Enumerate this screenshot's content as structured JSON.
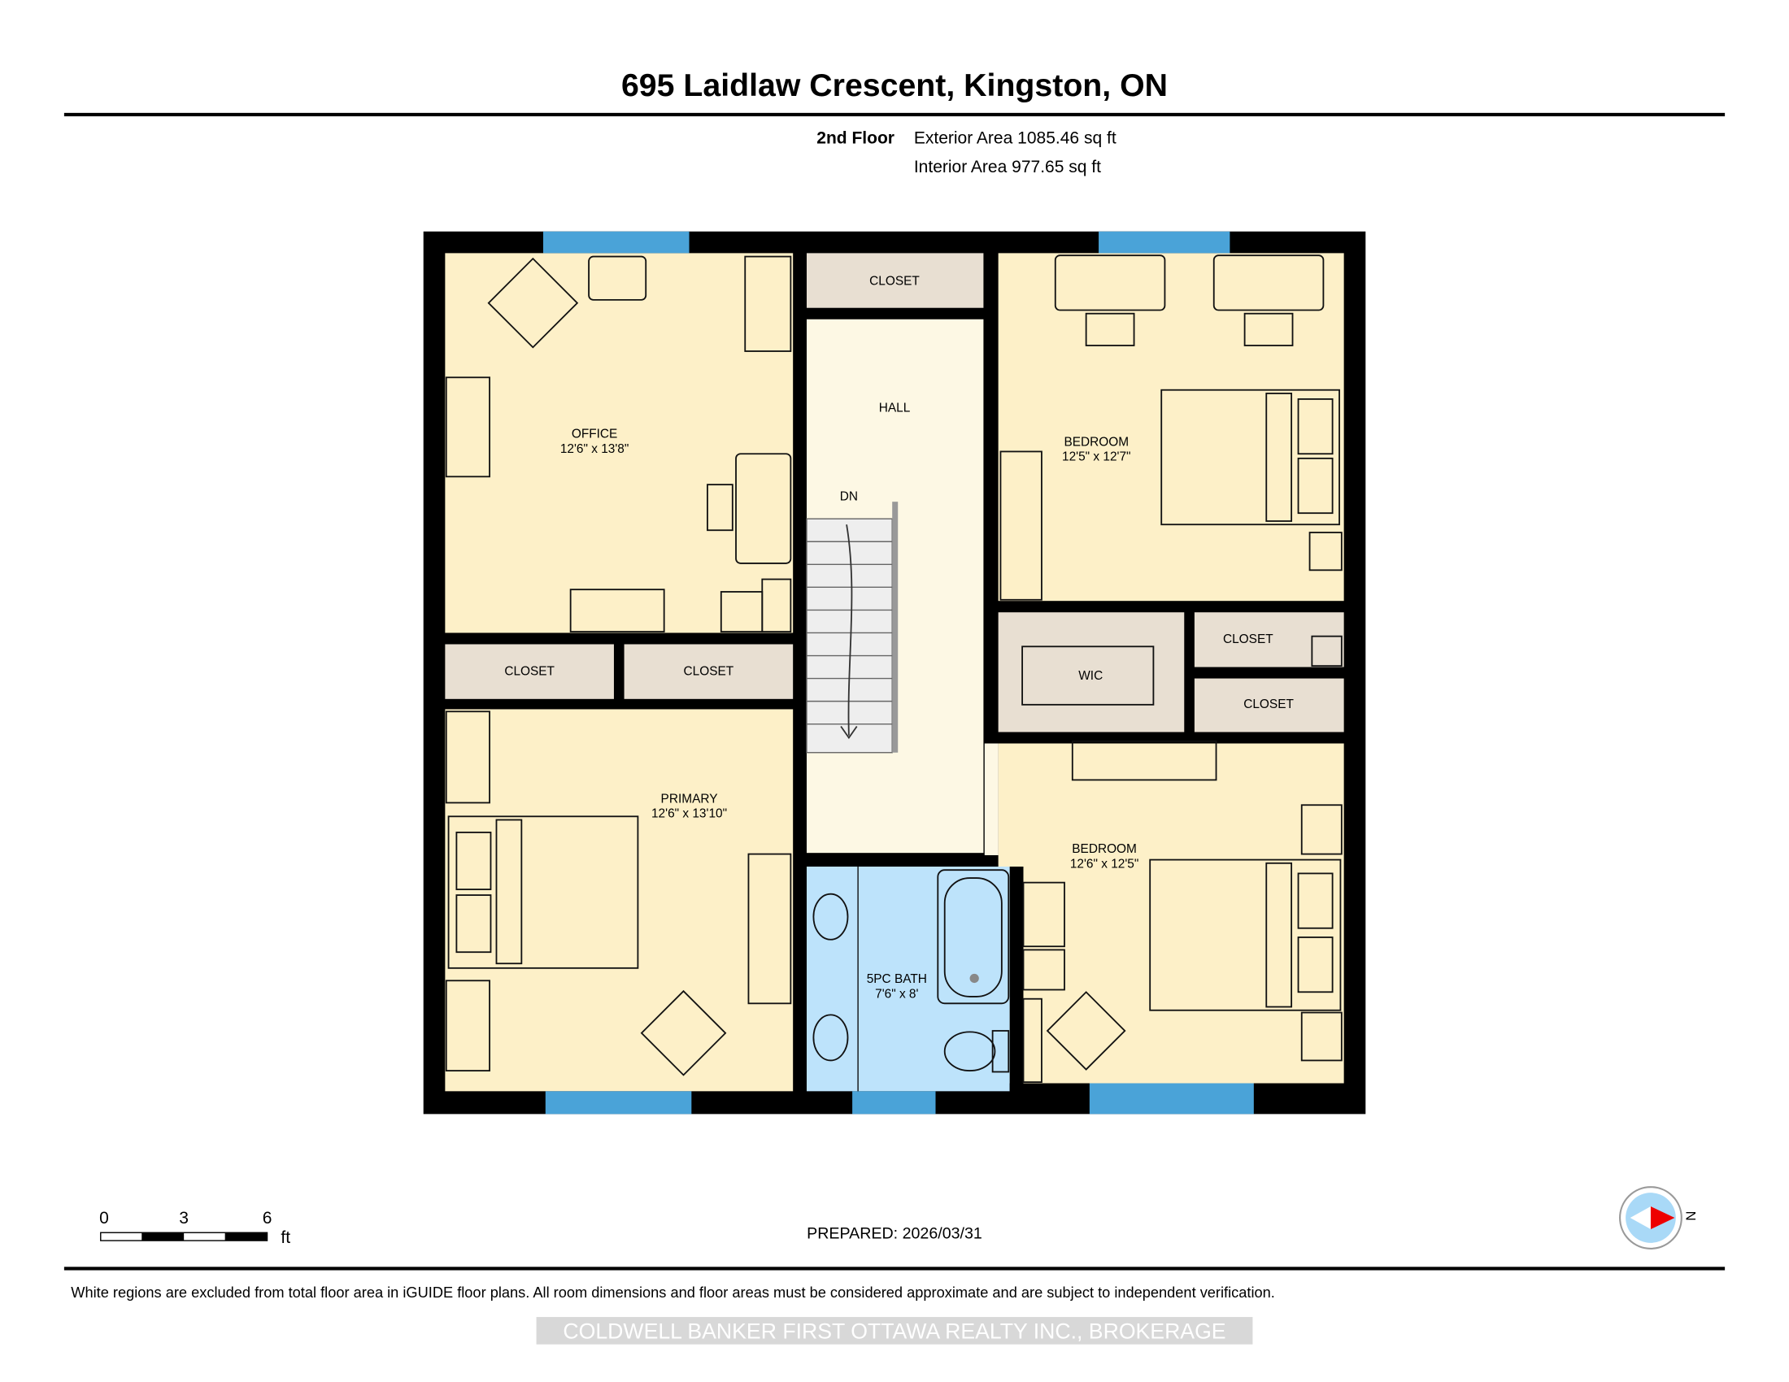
{
  "header": {
    "title": "695 Laidlaw Crescent, Kingston, ON",
    "floor": "2nd Floor",
    "exterior_area": "Exterior Area 1085.46 sq ft",
    "interior_area": "Interior Area 977.65 sq ft"
  },
  "rooms": {
    "office": {
      "name": "OFFICE",
      "dims": "12'6\" x 13'8\""
    },
    "closet_top": {
      "name": "CLOSET"
    },
    "hall": {
      "name": "HALL"
    },
    "stairs": {
      "name": "DN"
    },
    "bedroom_top": {
      "name": "BEDROOM",
      "dims": "12'5\" x 12'7\""
    },
    "closet_left_a": {
      "name": "CLOSET"
    },
    "closet_left_b": {
      "name": "CLOSET"
    },
    "wic": {
      "name": "WIC"
    },
    "closet_right_a": {
      "name": "CLOSET"
    },
    "closet_right_b": {
      "name": "CLOSET"
    },
    "primary": {
      "name": "PRIMARY",
      "dims": "12'6\" x 13'10\""
    },
    "bath": {
      "name": "5PC BATH",
      "dims": "7'6\" x 8'"
    },
    "bedroom_bottom": {
      "name": "BEDROOM",
      "dims": "12'6\" x 12'5\""
    }
  },
  "scale_bar": {
    "labels": [
      "0",
      "3",
      "6"
    ],
    "unit": "ft"
  },
  "compass": {
    "label": "N"
  },
  "prepared": "PREPARED: 2026/03/31",
  "disclaimer": "White regions are excluded from total floor area in iGUIDE floor plans. All room dimensions and floor areas must be considered approximate and are subject to independent verification.",
  "watermark": "COLDWELL BANKER FIRST OTTAWA REALTY INC., BROKERAGE",
  "colors": {
    "room": "#fdf0c8",
    "hall": "#fdf8e4",
    "closet": "#e8dfd2",
    "bath": "#bde3fb",
    "window": "#4aa3d8",
    "wall": "#000000"
  }
}
